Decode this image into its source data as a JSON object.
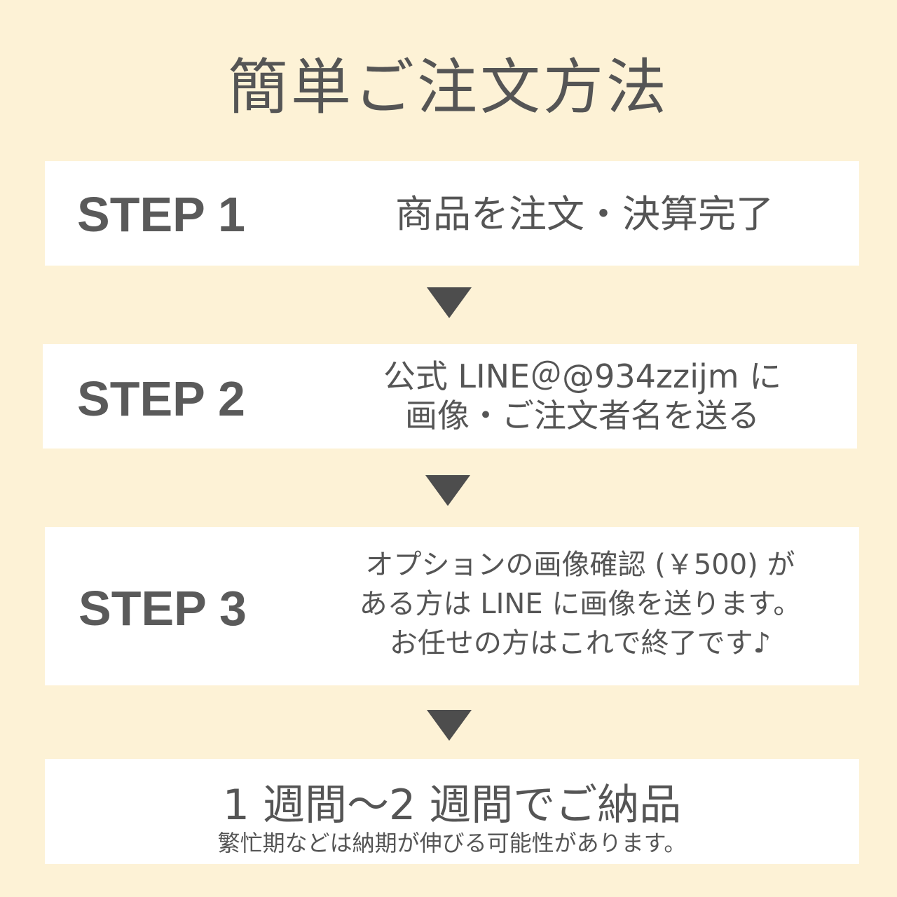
{
  "title": "簡単ご注文方法",
  "steps": [
    {
      "label": "STEP 1",
      "lines": [
        "商品を注文・決算完了"
      ]
    },
    {
      "label": "STEP 2",
      "lines": [
        "公式 LINE＠@934zzijm に",
        "画像・ご注文者名を送る"
      ]
    },
    {
      "label": "STEP 3",
      "lines": [
        "オプションの画像確認 (￥500) が",
        "ある方は LINE に画像を送ります。",
        "お任せの方はこれで終了です♪"
      ]
    }
  ],
  "final": {
    "main": "1 週間〜2 週間でご納品",
    "note": "繁忙期などは納期が伸びる可能性があります。"
  },
  "arrow_icon": "down-triangle-icon",
  "colors": {
    "background": "#fdf2d6",
    "box": "#ffffff",
    "text": "#555555",
    "arrow": "#4d4d4d"
  }
}
